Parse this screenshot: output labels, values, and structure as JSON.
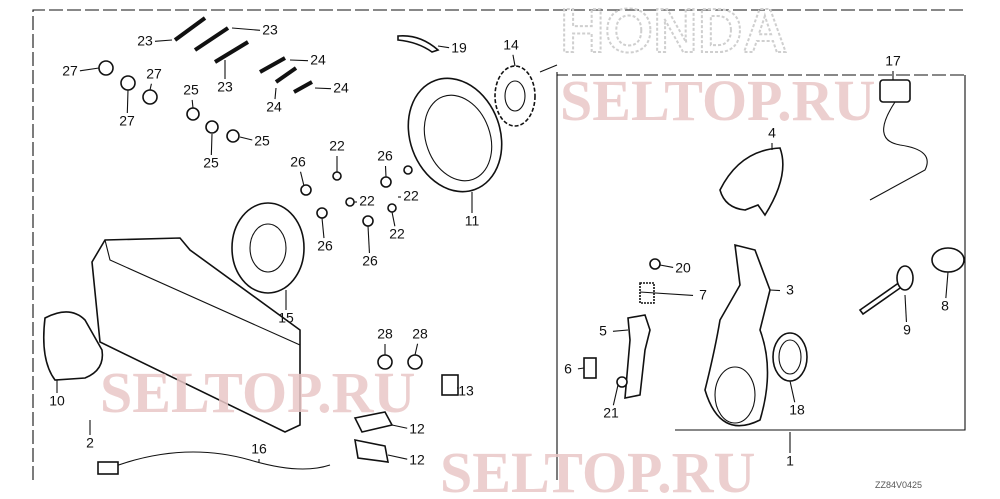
{
  "diagram": {
    "callouts": [
      {
        "label": "1"
      },
      {
        "label": "2"
      },
      {
        "label": "3"
      },
      {
        "label": "4"
      },
      {
        "label": "5"
      },
      {
        "label": "6"
      },
      {
        "label": "7"
      },
      {
        "label": "8"
      },
      {
        "label": "9"
      },
      {
        "label": "10"
      },
      {
        "label": "11"
      },
      {
        "label": "12"
      },
      {
        "label": "12"
      },
      {
        "label": "13"
      },
      {
        "label": "14"
      },
      {
        "label": "15"
      },
      {
        "label": "16"
      },
      {
        "label": "17"
      },
      {
        "label": "18"
      },
      {
        "label": "19"
      },
      {
        "label": "20"
      },
      {
        "label": "21"
      },
      {
        "label": "22"
      },
      {
        "label": "22"
      },
      {
        "label": "22"
      },
      {
        "label": "22"
      },
      {
        "label": "23"
      },
      {
        "label": "23"
      },
      {
        "label": "23"
      },
      {
        "label": "24"
      },
      {
        "label": "24"
      },
      {
        "label": "24"
      },
      {
        "label": "25"
      },
      {
        "label": "25"
      },
      {
        "label": "25"
      },
      {
        "label": "26"
      },
      {
        "label": "26"
      },
      {
        "label": "26"
      },
      {
        "label": "26"
      },
      {
        "label": "27"
      },
      {
        "label": "27"
      },
      {
        "label": "27"
      },
      {
        "label": "28"
      },
      {
        "label": "28"
      }
    ],
    "diagram_code": "ZZ84V0425",
    "watermarks": [
      "SELTOP.RU",
      "SELTOP.RU",
      "SELTOP.RU",
      "HONDA"
    ]
  }
}
